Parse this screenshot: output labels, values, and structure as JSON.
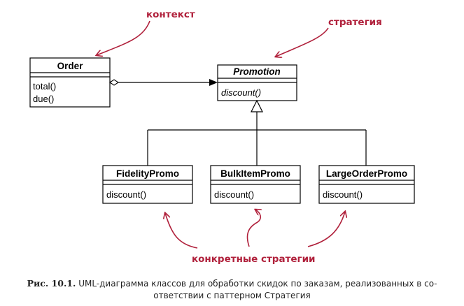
{
  "annotations": {
    "context": "контекст",
    "strategy": "стратегия",
    "concrete": "конкретные стратегии"
  },
  "classes": {
    "order": {
      "name": "Order",
      "methods": [
        "total()",
        "due()"
      ]
    },
    "promotion": {
      "name": "Promotion",
      "methods": [
        "discount()"
      ]
    },
    "fidelity": {
      "name": "FidelityPromo",
      "methods": [
        "discount()"
      ]
    },
    "bulkitem": {
      "name": "BulkItemPromo",
      "methods": [
        "discount()"
      ]
    },
    "largeorder": {
      "name": "LargeOrderPromo",
      "methods": [
        "discount()"
      ]
    }
  },
  "caption": {
    "label": "Рис. 10.1.",
    "text_line1": "UML-диаграмма классов для обработки скидок по заказам, реализованных в со-",
    "text_line2": "ответствии с паттерном Стратегия"
  },
  "colors": {
    "annotation": "#b0203b",
    "line": "#000000"
  }
}
